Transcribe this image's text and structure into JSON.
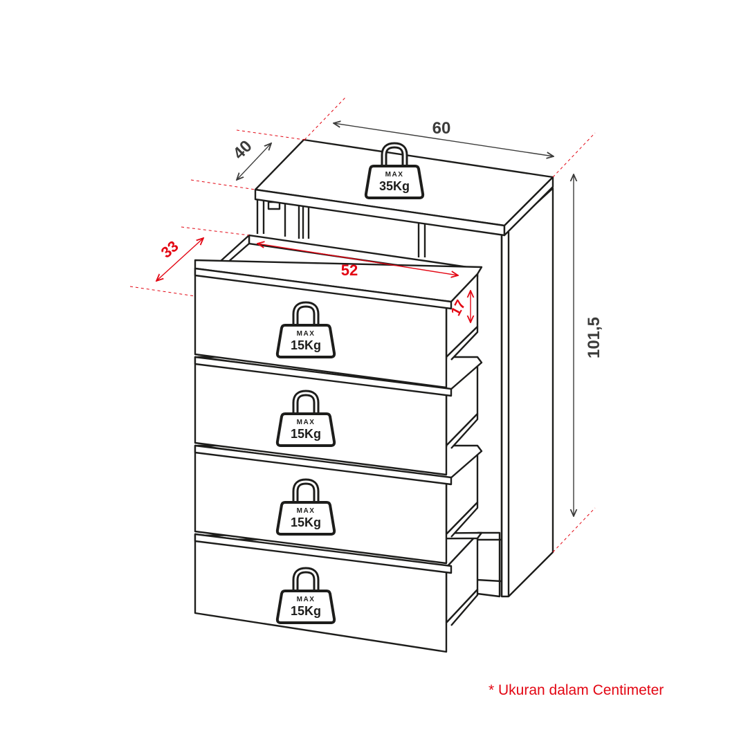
{
  "dimensions": {
    "width": "60",
    "depth": "40",
    "height": "101,5",
    "drawer_depth": "33",
    "drawer_width": "52",
    "drawer_height": "17"
  },
  "load_top": {
    "label": "MAX",
    "value": "35Kg"
  },
  "load_drawers": [
    {
      "label": "MAX",
      "value": "15Kg"
    },
    {
      "label": "MAX",
      "value": "15Kg"
    },
    {
      "label": "MAX",
      "value": "15Kg"
    },
    {
      "label": "MAX",
      "value": "15Kg"
    }
  ],
  "note": "* Ukuran dalam Centimeter",
  "colors": {
    "line": "#1d1d1b",
    "dim_line": "#3c3c3b",
    "accent": "#e30613"
  }
}
